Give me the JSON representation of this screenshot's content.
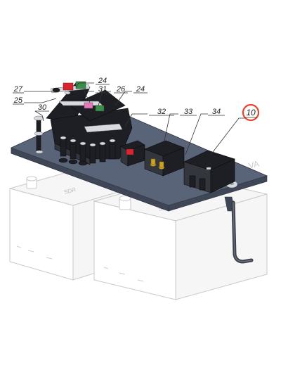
{
  "callouts": {
    "c27": "27",
    "c25": "25",
    "c24a": "24",
    "c31": "31",
    "c26": "26",
    "c24b": "24",
    "c30": "30",
    "c32": "32",
    "c33": "33",
    "c34": "34",
    "c10": "10"
  },
  "colors": {
    "highlight_ring": "#e8432a",
    "plate": "#5a6478",
    "fuse_red": "#d8262f",
    "fuse_pink": "#e07ab8",
    "fuse_green": "#3c8c4a"
  }
}
